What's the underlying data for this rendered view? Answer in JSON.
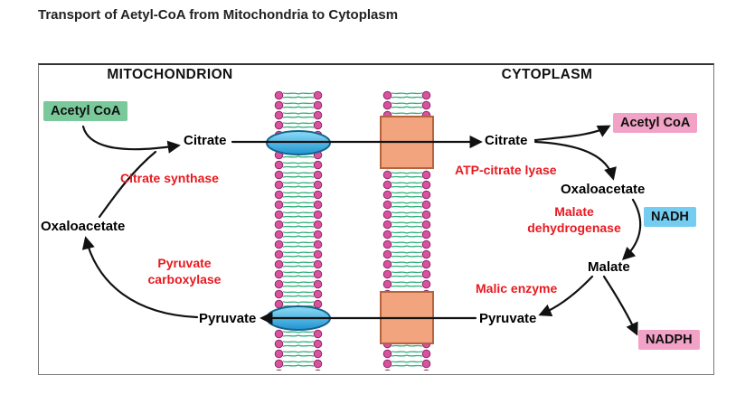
{
  "title": "Transport of Aetyl-CoA from Mitochondria to Cytoplasm",
  "regions": {
    "mitochondrion": "MITOCHONDRION",
    "cytoplasm": "CYTOPLASM"
  },
  "mitochondrion": {
    "acetyl_coa_box": "Acetyl CoA",
    "citrate": "Citrate",
    "enzyme_citrate_synthase": "Citrate synthase",
    "oxaloacetate": "Oxaloacetate",
    "enzyme_pyruvate_carboxylase": "Pyruvate carboxylase",
    "pyruvate": "Pyruvate"
  },
  "cytoplasm": {
    "citrate": "Citrate",
    "enzyme_atp_citrate_lyase": "ATP-citrate lyase",
    "acetyl_coa_box": "Acetyl CoA",
    "oxaloacetate": "Oxaloacetate",
    "nadh_box": "NADH",
    "enzyme_malate_dehydrogenase": "Malate dehydrogenase",
    "malate": "Malate",
    "enzyme_malic_enzyme": "Malic enzyme",
    "pyruvate": "Pyruvate",
    "nadph_box": "NADPH"
  },
  "colors": {
    "acetyl_coa_mitochondria_bg": "#79c99a",
    "acetyl_coa_cytoplasm_bg": "#f2a2c6",
    "nadh_bg": "#74cdf0",
    "nadph_bg": "#f2a2c6",
    "enzyme_text": "#e8191f",
    "membrane_head": "#d9529f",
    "membrane_tail": "#2fae79",
    "transporter_blue": "#2f9fd8",
    "transporter_orange": "#f1a47e",
    "arrow": "#111111"
  }
}
